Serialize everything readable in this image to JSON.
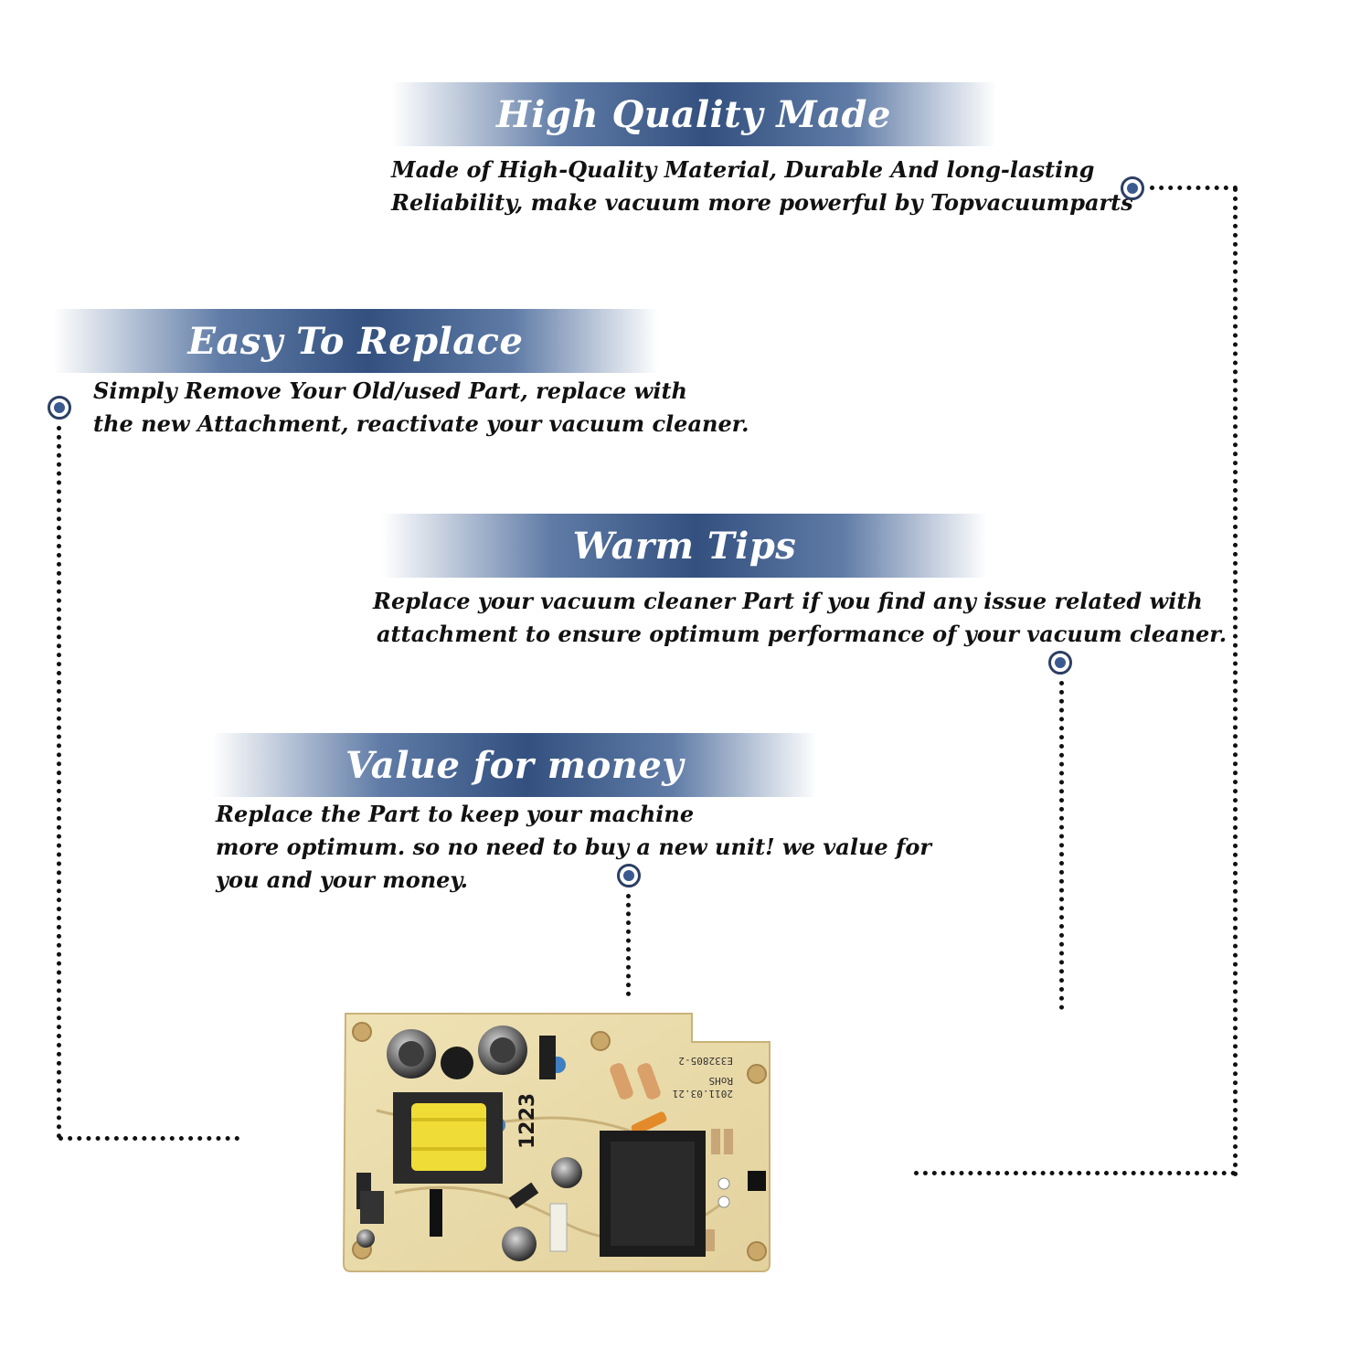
{
  "sections": [
    {
      "title": "High Quality Made",
      "lines": [
        "Made of  High-Quality Material, Durable And long-lasting",
        "Reliability, make vacuum more powerful by Topvacuumparts"
      ]
    },
    {
      "title": "Easy To Replace",
      "lines": [
        "Simply Remove Your Old/used Part, replace with",
        "the new Attachment, reactivate your vacuum cleaner."
      ]
    },
    {
      "title": "Warm Tips",
      "lines": [
        "Replace your vacuum cleaner Part if you find any issue related with",
        "attachment to ensure optimum performance of your vacuum cleaner."
      ]
    },
    {
      "title": "Value for money",
      "lines": [
        "Replace the Part to keep your machine",
        "more optimum. so no need to buy a new unit! we value for",
        "you and your money."
      ]
    }
  ],
  "colors": {
    "banner_dark": "#33507f",
    "dot": "#3b5a8f",
    "text": "#111111"
  },
  "product_image": {
    "name": "power-supply-circuit-board",
    "printed_text": [
      "1223",
      "E332805-2",
      "RoHS",
      "2011.03.21"
    ]
  }
}
